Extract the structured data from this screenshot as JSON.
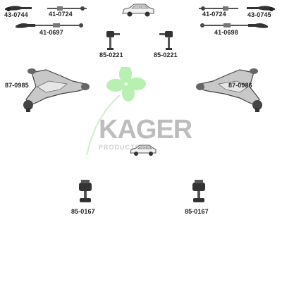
{
  "brand": {
    "name": "KAGER",
    "subtitle": "PRODUCTS",
    "leaf_color": "#b7f0b0",
    "text_color": "#bdbdbd"
  },
  "parts": {
    "tie_rod_end_left": "43-0744",
    "inner_tie_rod_left": "41-0724",
    "tie_rod_assembly_left": "41-0697",
    "inner_tie_rod_right": "41-0724",
    "tie_rod_end_right": "43-0745",
    "tie_rod_assembly_right": "41-0698",
    "stabilizer_link_left": "85-0221",
    "stabilizer_link_right": "85-0221",
    "control_arm_left": "87-0985",
    "control_arm_right": "87-0986",
    "rear_link_left": "85-0167",
    "rear_link_right": "85-0167"
  }
}
